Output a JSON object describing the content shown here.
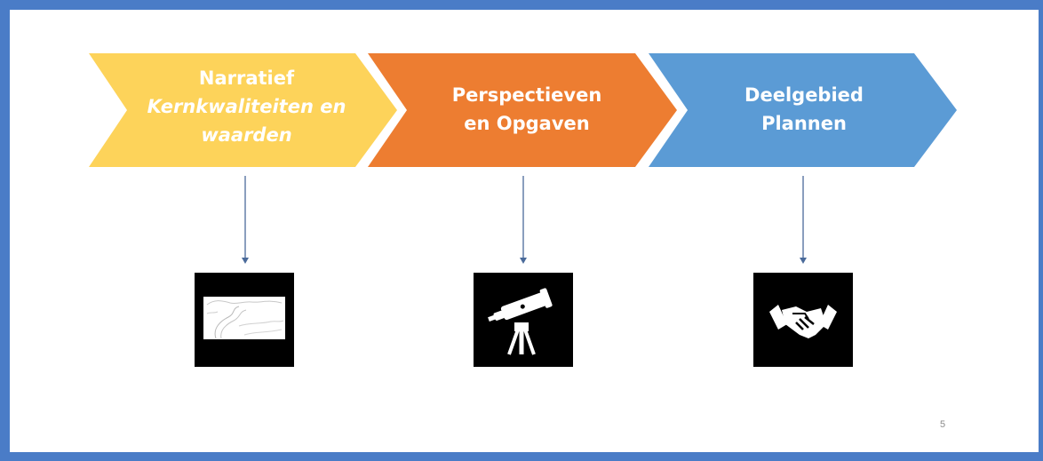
{
  "steps": [
    {
      "id": "narratief",
      "line1": "Narratief",
      "line2": "Kernkwaliteiten en",
      "line3": "waarden",
      "color": "#fdd35a",
      "icon": "landscape-sketch-icon"
    },
    {
      "id": "perspectieven",
      "line1": "Perspectieven",
      "line2": "en Opgaven",
      "color": "#ed7d31",
      "icon": "telescope-icon"
    },
    {
      "id": "deelgebied",
      "line1": "Deelgebied",
      "line2": "Plannen",
      "color": "#5b9bd5",
      "icon": "handshake-icon"
    }
  ],
  "connector_color": "#4a6a9a",
  "frame_color": "#4a7cc7",
  "page_number": "5"
}
